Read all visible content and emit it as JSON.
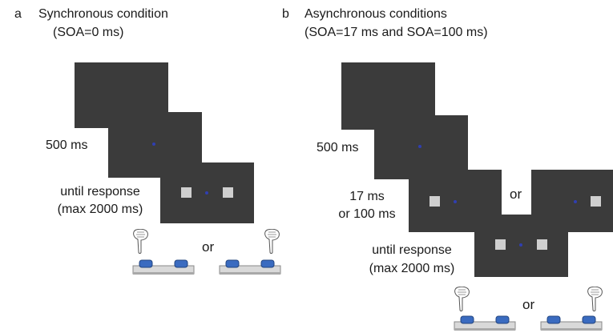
{
  "panel_a": {
    "letter": "a",
    "title_line1": "Synchronous condition",
    "title_line2": "(SOA=0 ms)",
    "fixation_duration": "500 ms",
    "response_line1": "until response",
    "response_line2": "(max 2000 ms)",
    "or_label": "or"
  },
  "panel_b": {
    "letter": "b",
    "title_line1": "Asynchronous conditions",
    "title_line2": "(SOA=17 ms and SOA=100 ms)",
    "fixation_duration": "500 ms",
    "soa_line1": "17 ms",
    "soa_line2": "or 100 ms",
    "screen_or_label": "or",
    "response_line1": "until response",
    "response_line2": "(max 2000 ms)",
    "or_label": "or"
  },
  "colors": {
    "screen": "#3b3b3b",
    "fixation": "#2f3fb0",
    "stimulus": "#cfcfcf",
    "button": "#3a6bc0"
  }
}
